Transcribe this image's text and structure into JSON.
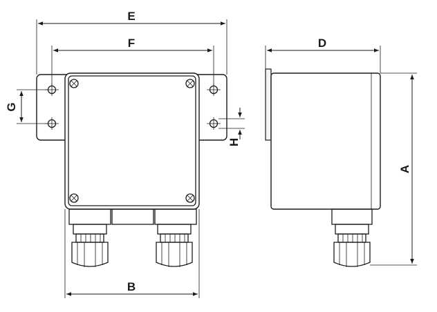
{
  "labels": {
    "E": "E",
    "F": "F",
    "D": "D",
    "G": "G",
    "H": "H",
    "A": "A",
    "B": "B"
  }
}
